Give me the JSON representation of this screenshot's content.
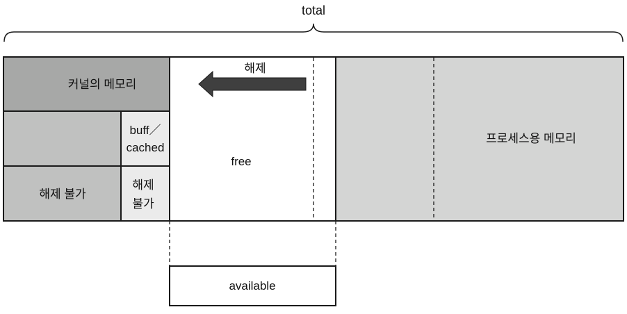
{
  "labels": {
    "total": "total",
    "kernel_memory": "커널의 메모리",
    "buff_cached_line1": "buff／",
    "buff_cached_line2": "cached",
    "release_small_line1": "해제",
    "release_small_line2": "불가",
    "not_releasable": "해제 불가",
    "free": "free",
    "release_arrow": "해제",
    "process_memory": "프로세스용 메모리",
    "available": "available"
  },
  "colors": {
    "kernel": "#a7a8a7",
    "kernel_light": "#c0c1c0",
    "buff_cached": "#ebebeb",
    "process": "#d4d5d4",
    "arrow": "#3f3f3f",
    "stroke": "#1a1a1a"
  },
  "icons": {
    "release_arrow": "left-arrow-icon",
    "total_brace": "curly-brace-icon"
  }
}
